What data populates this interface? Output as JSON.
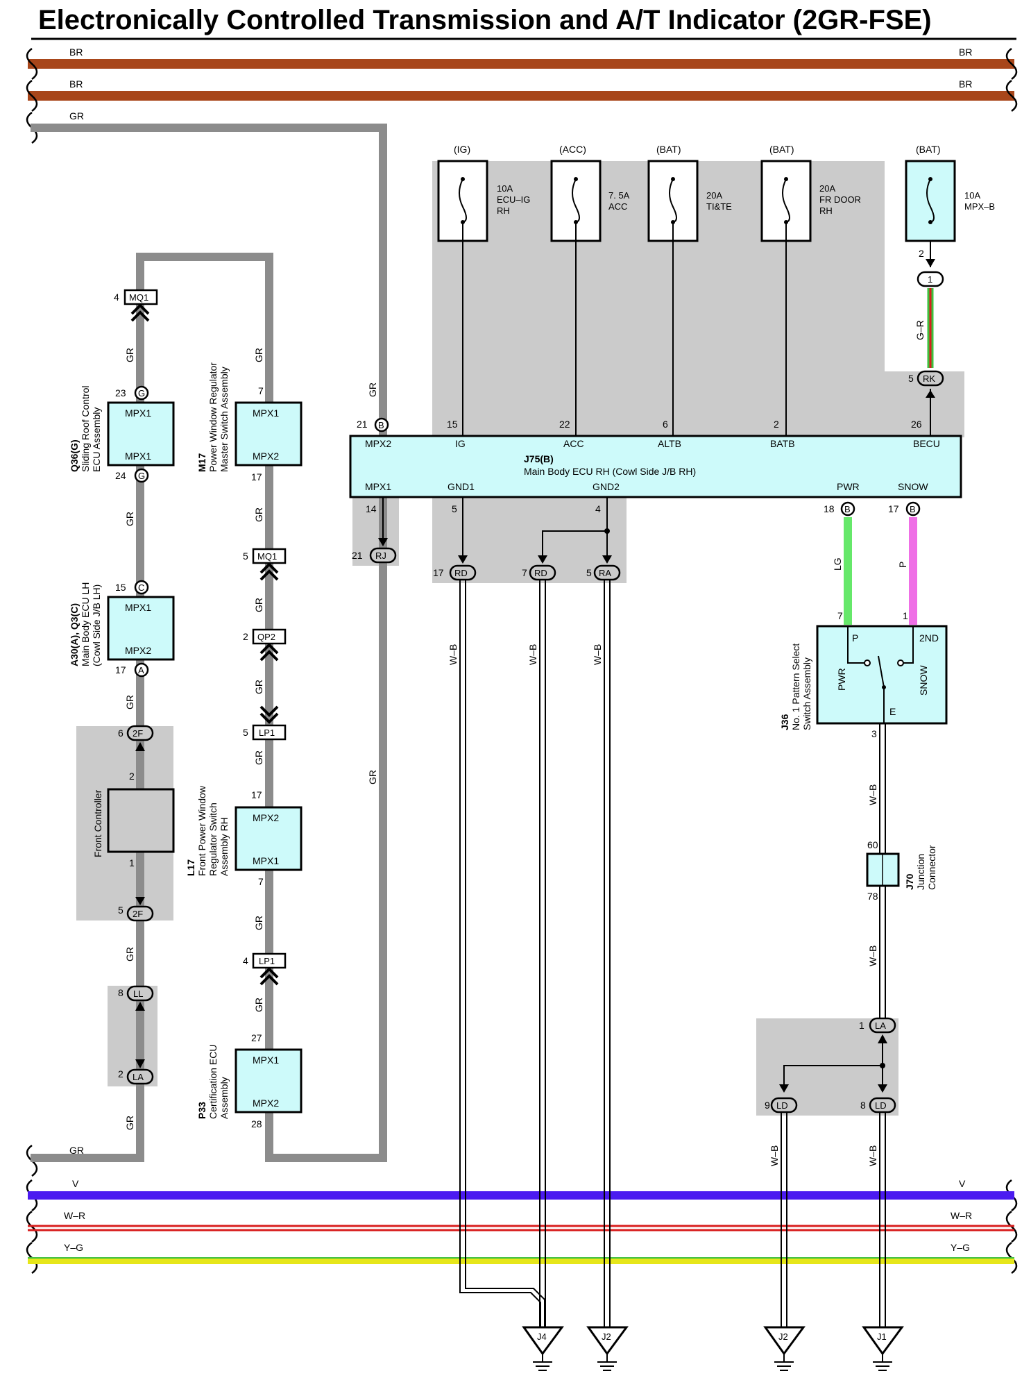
{
  "title": "Electronically Controlled Transmission and A/T Indicator (2GR-FSE)",
  "colors": {
    "BR": "#a8461a",
    "GR": "#8c8c8c",
    "V": "#4b1bf0",
    "W-R": "#d81e1e",
    "Y-G": "#e6e61a",
    "LG": "#66e86a",
    "P": "#ef6fe6",
    "G-R": "#3ec03e",
    "box_fill": "#cdfafa",
    "shade": "#cbcbcb"
  },
  "bus_labels": {
    "br1": "BR",
    "br2": "BR",
    "gr": "GR",
    "gr_bottom": "GR",
    "v": "V",
    "wr": "W–R",
    "yg": "Y–G"
  },
  "fuses": [
    {
      "source": "(IG)",
      "rating": "10A",
      "name1": "ECU–IG",
      "name2": "RH"
    },
    {
      "source": "(ACC)",
      "rating": "7. 5A",
      "name1": "ACC",
      "name2": ""
    },
    {
      "source": "(BAT)",
      "rating": "20A",
      "name1": "TI&TE",
      "name2": ""
    },
    {
      "source": "(BAT)",
      "rating": "20A",
      "name1": "FR DOOR",
      "name2": "RH"
    },
    {
      "source": "(BAT)",
      "rating": "10A",
      "name1": "MPX–B",
      "name2": ""
    }
  ],
  "ecu": {
    "id": "J75(B)",
    "name": "Main Body ECU RH (Cowl Side J/B RH)",
    "top_pins": [
      {
        "num": "21",
        "name": "MPX2",
        "conn": "B"
      },
      {
        "num": "15",
        "name": "IG"
      },
      {
        "num": "22",
        "name": "ACC"
      },
      {
        "num": "6",
        "name": "ALTB"
      },
      {
        "num": "2",
        "name": "BATB"
      },
      {
        "num": "26",
        "name": "BECU"
      }
    ],
    "bottom_pins": [
      {
        "num": "14",
        "name": "MPX1"
      },
      {
        "num": "5",
        "name": "GND1"
      },
      {
        "num": "4",
        "name": "GND2"
      },
      {
        "num": "18",
        "name": "PWR",
        "conn": "B"
      },
      {
        "num": "17",
        "name": "SNOW",
        "conn": "B"
      }
    ]
  },
  "components": {
    "q36": {
      "id": "Q36(G)",
      "name1": "Sliding Roof Control",
      "name2": "ECU Assembly",
      "top": "MPX1",
      "bot": "MPX1",
      "pin_top": "23",
      "pin_bot": "24",
      "conn": "G"
    },
    "a30": {
      "id": "A30(A), Q3(C)",
      "name1": "Main Body ECU LH",
      "name2": "(Cowl Side J/B LH)",
      "top": "MPX1",
      "bot": "MPX2",
      "pin_top": "15",
      "pin_bot": "17",
      "conn_top": "C",
      "conn_bot": "A"
    },
    "m17": {
      "id": "M17",
      "name1": "Power Window Regulator",
      "name2": "Master Switch Assembly",
      "top": "MPX1",
      "bot": "MPX2",
      "pin_top": "7",
      "pin_bot": "17"
    },
    "l17": {
      "id": "L17",
      "name1": "Front Power Window",
      "name2": "Regulator Switch",
      "name3": "Assembly RH",
      "top": "MPX2",
      "bot": "MPX1",
      "pin_top": "17",
      "pin_bot": "7"
    },
    "p33": {
      "id": "P33",
      "name1": "Certification ECU",
      "name2": "Assembly",
      "top": "MPX1",
      "bot": "MPX2",
      "pin_top": "27",
      "pin_bot": "28"
    },
    "front_controller": {
      "name": "Front Controller",
      "pin_top": "2",
      "pin_bot": "1"
    },
    "j36": {
      "id": "J36",
      "name1": "No. 1 Pattern Select",
      "name2": "Switch Assembly",
      "p": "P",
      "second": "2ND",
      "pwr": "PWR",
      "snow": "SNOW",
      "e": "E",
      "pin_p": "7",
      "pin_2nd": "1",
      "pin_e": "3"
    },
    "j70": {
      "id": "J70",
      "name1": "Junction",
      "name2": "Connector",
      "pin_top": "60",
      "pin_bot": "78"
    }
  },
  "connectors": {
    "mq1_top": {
      "num": "4",
      "name": "MQ1"
    },
    "mq1_mid": {
      "num": "5",
      "name": "MQ1"
    },
    "qp2": {
      "num": "2",
      "name": "QP2"
    },
    "lp1_a": {
      "num": "5",
      "name": "LP1"
    },
    "lp1_b": {
      "num": "4",
      "name": "LP1"
    },
    "f2_top": {
      "num": "6",
      "name": "2F"
    },
    "f2_bot": {
      "num": "5",
      "name": "2F"
    },
    "ll": {
      "num": "8",
      "name": "LL"
    },
    "la_left": {
      "num": "2",
      "name": "LA"
    },
    "rj": {
      "num": "21",
      "name": "RJ"
    },
    "rd1": {
      "num": "17",
      "name": "RD"
    },
    "rd2": {
      "num": "7",
      "name": "RD"
    },
    "ra": {
      "num": "5",
      "name": "RA"
    },
    "rk": {
      "num": "5",
      "name": "RK"
    },
    "one": {
      "num": "2",
      "name": "1"
    },
    "la_right": {
      "num": "1",
      "name": "LA"
    },
    "ld1": {
      "num": "9",
      "name": "LD"
    },
    "ld2": {
      "num": "8",
      "name": "LD"
    }
  },
  "wire_labels": {
    "gr": "GR",
    "wb": "W–B",
    "lg": "LG",
    "p": "P",
    "gr2": "G–R"
  },
  "grounds": [
    "J4",
    "J2",
    "J2",
    "J1"
  ]
}
